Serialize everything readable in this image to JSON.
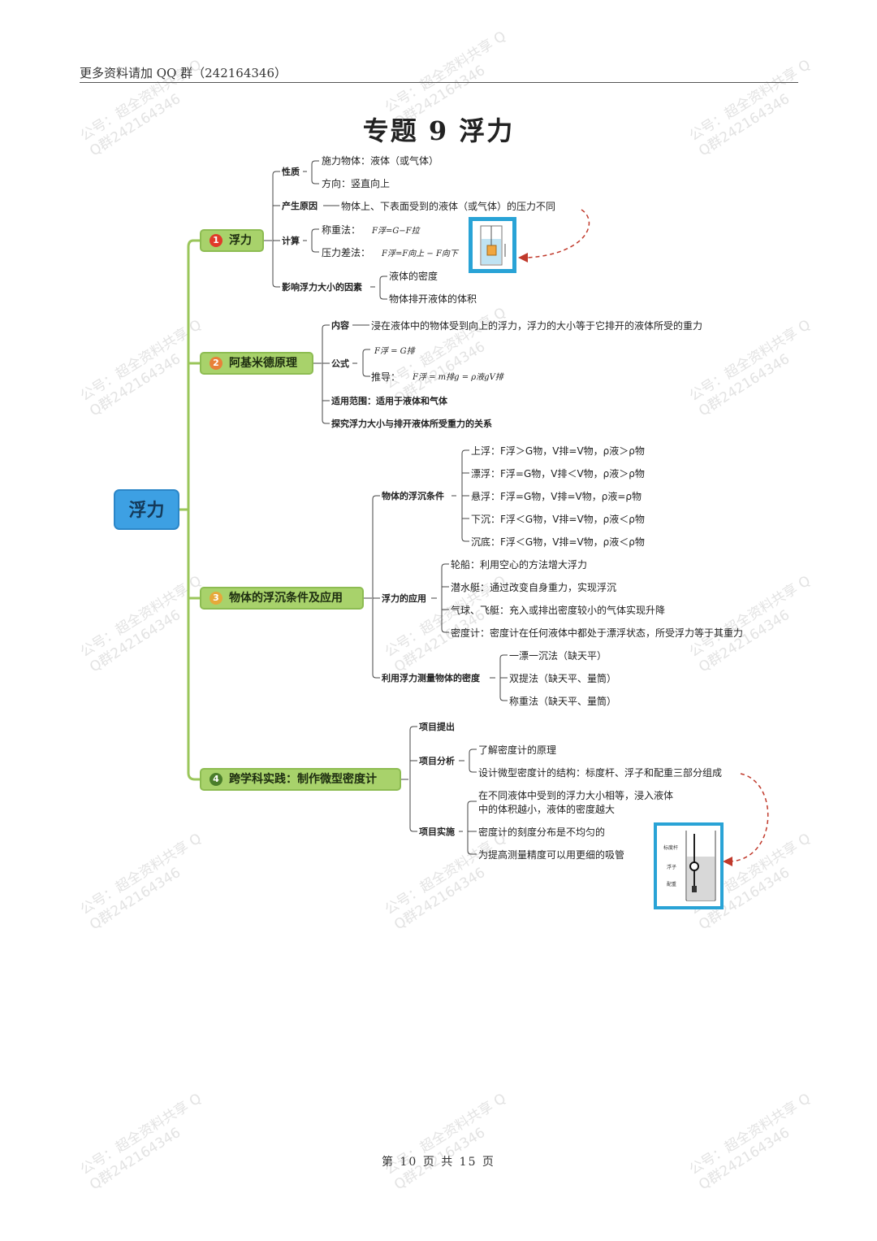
{
  "header": {
    "text": "更多资料请加 QQ 群（242164346）"
  },
  "title": "专题 9 浮力",
  "footer": {
    "text": "第 10 页 共 15 页"
  },
  "watermark": {
    "line1": "公号：超全资料共享 Q",
    "line2": "Q群242164346"
  },
  "colors": {
    "root_bg": "#3da0e3",
    "branch_bg": "#a8d26b",
    "branch_line": "#9ac65a",
    "arrow": "#c0392b",
    "frame": "#29a3d6"
  },
  "root": {
    "label": "浮力"
  },
  "b1": {
    "num": "1",
    "label": "浮力",
    "nature": "性质",
    "nature_1": "施力物体：液体（或气体）",
    "nature_2": "方向：竖直向上",
    "cause": "产生原因",
    "cause_text": "物体上、下表面受到的液体（或气体）的压力不同",
    "calc": "计算",
    "calc_1": "称重法：",
    "calc_1_f": "F浮=G−F拉",
    "calc_2": "压力差法：",
    "calc_2_f": "F浮=F向上 − F向下",
    "factors": "影响浮力大小的因素",
    "factor_1": "液体的密度",
    "factor_2": "物体排开液体的体积"
  },
  "b2": {
    "num": "2",
    "label": "阿基米德原理",
    "content": "内容",
    "content_text": "浸在液体中的物体受到向上的浮力，浮力的大小等于它排开的液体所受的重力",
    "formula": "公式",
    "formula_1": "F浮 = G排",
    "derive": "推导：",
    "derive_f": "F浮 = m排g = ρ液gV排",
    "scope": "适用范围：适用于液体和气体",
    "explore": "探究浮力大小与排开液体所受重力的关系"
  },
  "b3": {
    "num": "3",
    "label": "物体的浮沉条件及应用",
    "cond": "物体的浮沉条件",
    "cond_items": [
      "上浮：F浮＞G物，V排=V物，ρ液＞ρ物",
      "漂浮：F浮=G物，V排＜V物，ρ液＞ρ物",
      "悬浮：F浮=G物，V排=V物，ρ液=ρ物",
      "下沉：F浮＜G物，V排=V物，ρ液＜ρ物",
      "沉底：F浮＜G物，V排=V物，ρ液＜ρ物"
    ],
    "app": "浮力的应用",
    "app_items": [
      "轮船：利用空心的方法增大浮力",
      "潜水艇：通过改变自身重力，实现浮沉",
      "气球、飞艇：充入或排出密度较小的气体实现升降",
      "密度计：密度计在任何液体中都处于漂浮状态，所受浮力等于其重力"
    ],
    "measure": "利用浮力测量物体的密度",
    "measure_items": [
      "一漂一沉法（缺天平）",
      "双提法（缺天平、量筒）",
      "称重法（缺天平、量筒）"
    ]
  },
  "b4": {
    "num": "4",
    "label": "跨学科实践：制作微型密度计",
    "propose": "项目提出",
    "analysis": "项目分析",
    "analysis_1": "了解密度计的原理",
    "analysis_2": "设计微型密度计的结构：标度杆、浮子和配重三部分组成",
    "impl": "项目实施",
    "impl_1a": "在不同液体中受到的浮力大小相等，浸入液体",
    "impl_1b": "中的体积越小，液体的密度越大",
    "impl_2": "密度计的刻度分布是不均匀的",
    "impl_3": "为提高测量精度可以用更细的吸管",
    "pic_labels": [
      "标度杆",
      "浮子",
      "配重"
    ]
  }
}
